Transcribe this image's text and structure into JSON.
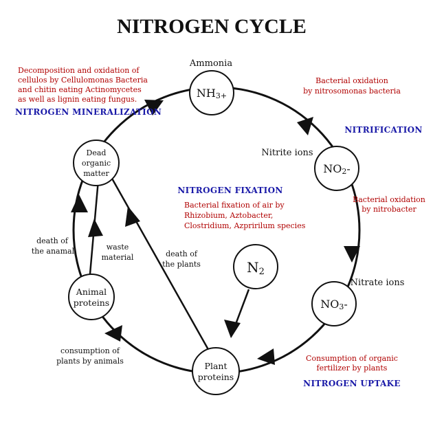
{
  "title": "NITROGEN CYCLE",
  "nodes": {
    "ammonia": {
      "caption": "Ammonia",
      "formula": "NH",
      "formula_sub": "3+"
    },
    "nitrite": {
      "caption": "Nitrite ions",
      "formula": "NO",
      "formula_sub": "2",
      "formula_tail": "-"
    },
    "nitrate": {
      "caption": "Nitrate ions",
      "formula": "NO",
      "formula_sub": "3",
      "formula_tail": "-"
    },
    "n2": {
      "formula": "N",
      "formula_sub": "2"
    },
    "plant": {
      "line1": "Plant",
      "line2": "proteins"
    },
    "animal": {
      "line1": "Animal",
      "line2": "proteins"
    },
    "dead": {
      "line1": "Dead",
      "line2": "organic",
      "line3": "matter"
    }
  },
  "processes": {
    "mineralization": {
      "heading": "NITROGEN MINERALIZATION",
      "lines": [
        "Decomposition and oxidation of",
        "cellulos by Cellulomonas Bacteria",
        "and chitin eating Actinomycetes",
        "as well as  lignin eating fungus."
      ]
    },
    "nitrification": {
      "heading": "NITRIFICATION",
      "lines_top": [
        "Bacterial oxidation",
        "by nitrosomonas bacteria"
      ],
      "lines_bottom": [
        "Bacterial oxidation",
        "by nitrobacter"
      ]
    },
    "fixation": {
      "heading": "NITROGEN FIXATION",
      "lines": [
        "Bacterial fixation of air by",
        "Rhizobium, Aztobacter,",
        "Clostridium, Azpririlum species"
      ]
    },
    "uptake": {
      "heading": "NITROGEN UPTAKE",
      "lines": [
        "Consumption of organic",
        "fertilizer by plants"
      ]
    }
  },
  "edge_labels": {
    "death_animal": [
      "death of",
      "the anamal"
    ],
    "waste": [
      "waste",
      "material"
    ],
    "death_plants": [
      "death of",
      "the plants"
    ],
    "consumption": [
      "consumption of",
      "plants by animals"
    ]
  },
  "colors": {
    "process_text": "#b00000",
    "process_heading": "#1a1aa8",
    "line": "#111111"
  }
}
